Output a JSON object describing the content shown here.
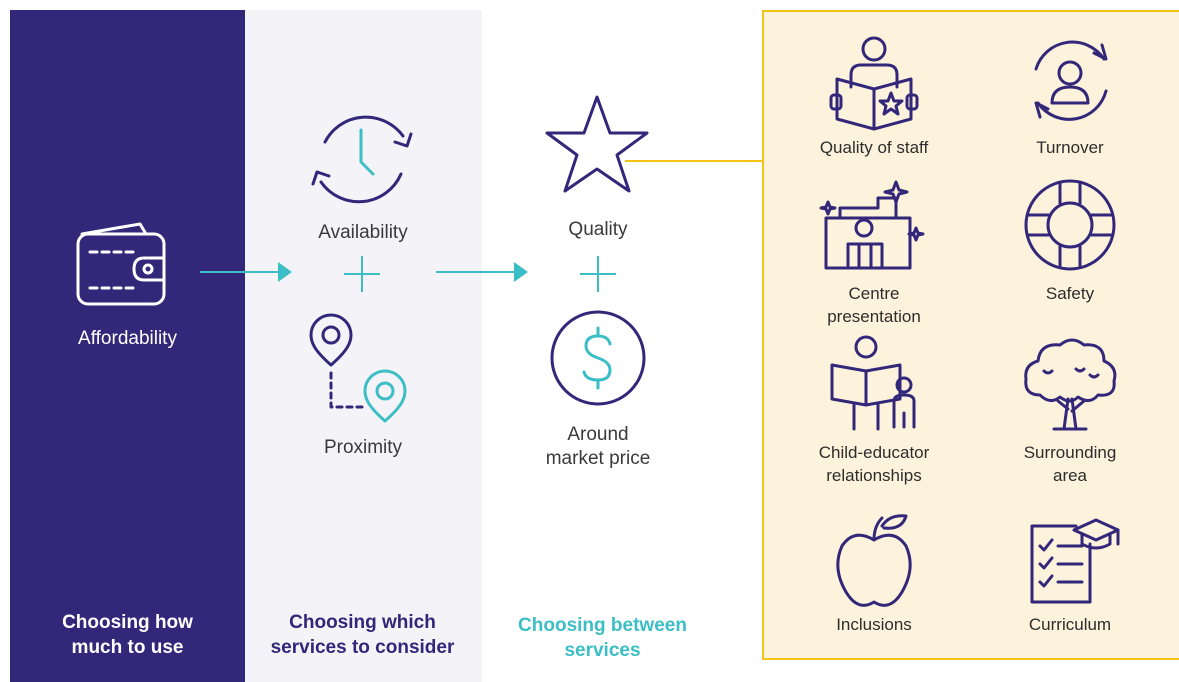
{
  "colors": {
    "navy": "#33277a",
    "lavender_panel": "#f4f3f8",
    "teal": "#3bbec5",
    "icon_stroke": "#33277a",
    "yellow_border": "#f2c417",
    "yellow_panel": "#fdf2dc"
  },
  "stages": [
    {
      "id": "how-much",
      "title": "Choosing how much to use",
      "factors": [
        "Affordability"
      ],
      "icons": [
        "wallet-icon"
      ]
    },
    {
      "id": "which",
      "title": "Choosing which services to consider",
      "factors": [
        "Availability",
        "Proximity"
      ],
      "icons": [
        "clock-cycle-icon",
        "location-pins-icon"
      ]
    },
    {
      "id": "between",
      "title": "Choosing between services",
      "factors": [
        "Quality",
        "Around market price"
      ],
      "icons": [
        "star-icon",
        "dollar-coin-icon"
      ]
    }
  ],
  "labels": {
    "affordability": "Affordability",
    "availability": "Availability",
    "proximity": "Proximity",
    "quality": "Quality",
    "price_line1": "Around",
    "price_line2": "market price",
    "stage1_line1": "Choosing how",
    "stage1_line2": "much to use",
    "stage2_line1": "Choosing which",
    "stage2_line2": "services to consider",
    "stage3_line1": "Choosing between",
    "stage3_line2": "services"
  },
  "quality_components": {
    "staff": "Quality of staff",
    "turnover": "Turnover",
    "presentation_line1": "Centre",
    "presentation_line2": "presentation",
    "safety": "Safety",
    "relationships_line1": "Child-educator",
    "relationships_line2": "relationships",
    "surrounding_line1": "Surrounding",
    "surrounding_line2": "area",
    "inclusions": "Inclusions",
    "curriculum": "Curriculum"
  },
  "quality_icons": [
    "reading-person-icon",
    "person-cycle-icon",
    "building-sparkle-icon",
    "lifebuoy-icon",
    "adult-child-reading-icon",
    "tree-icon",
    "apple-icon",
    "checklist-graduation-icon"
  ]
}
